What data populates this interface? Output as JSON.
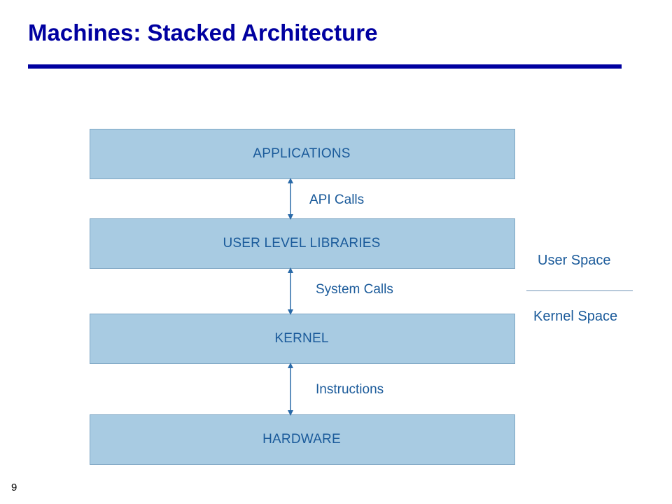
{
  "slide": {
    "title": "Machines: Stacked Architecture",
    "page_number": "9"
  },
  "layers": [
    {
      "label": "APPLICATIONS"
    },
    {
      "label": "USER LEVEL LIBRARIES"
    },
    {
      "label": "KERNEL"
    },
    {
      "label": "HARDWARE"
    }
  ],
  "connectors": [
    {
      "label": "API Calls"
    },
    {
      "label": "System Calls"
    },
    {
      "label": "Instructions"
    }
  ],
  "space_boundary": {
    "upper_label": "User Space",
    "lower_label": "Kernel Space"
  },
  "colors": {
    "title": "#0000a0",
    "box_fill": "#a8cbe2",
    "text": "#1a5a9a",
    "arrow": "#2a6aa8"
  }
}
